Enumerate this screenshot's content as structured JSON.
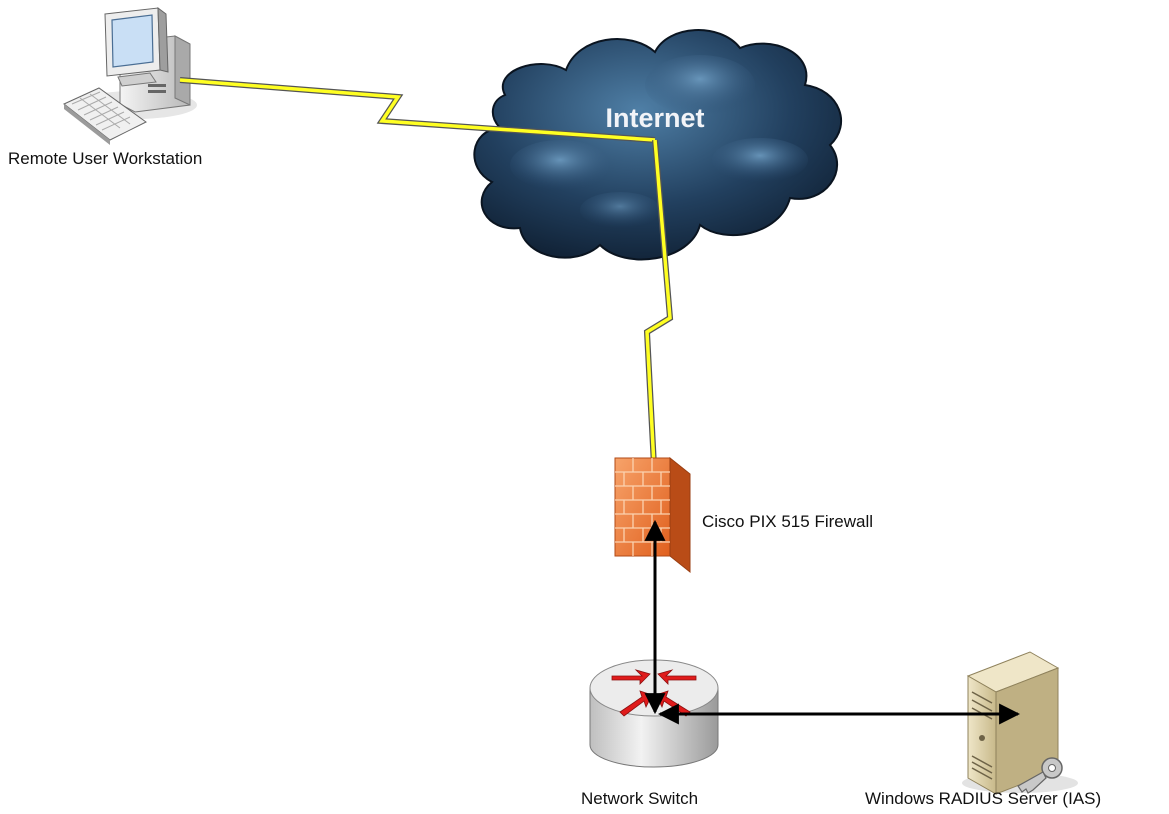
{
  "nodes": {
    "workstation": {
      "label": "Remote User Workstation"
    },
    "internet": {
      "label": "Internet"
    },
    "firewall": {
      "label": "Cisco PIX 515 Firewall"
    },
    "switch": {
      "label": "Network Switch"
    },
    "server": {
      "label": "Windows RADIUS Server (IAS)"
    }
  },
  "colors": {
    "wan_link": "#ffff22",
    "lan_link": "#000000",
    "cloud_dark": "#0c1a2b",
    "cloud_light": "#4f7fa6",
    "firewall_brick": "#f07a38",
    "switch_arrows": "#e01b1b"
  }
}
